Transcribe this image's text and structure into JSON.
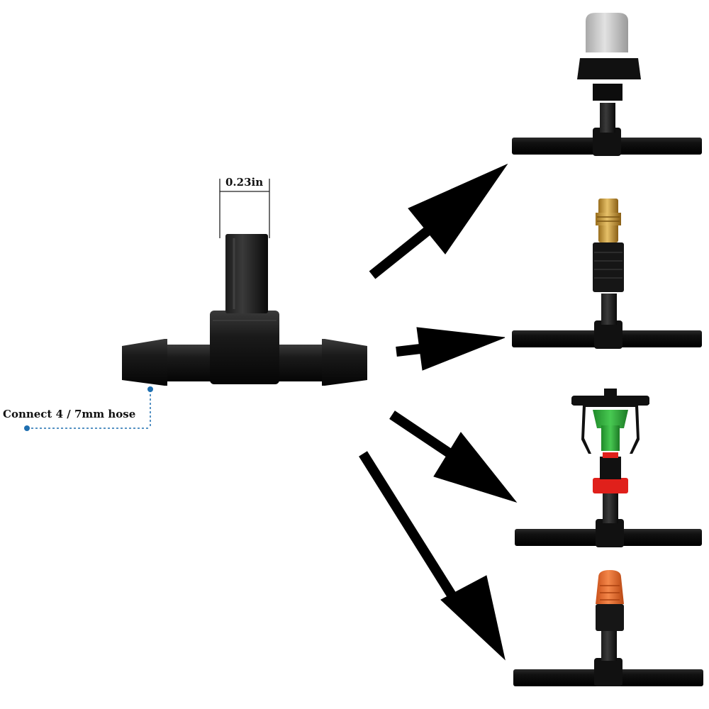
{
  "annotations": {
    "width_label": "0.23in",
    "hose_label": "Connect 4 / 7mm hose"
  },
  "colors": {
    "part_black": "#141414",
    "pipe_black": "#0b0b0b",
    "arrow_black": "#000000",
    "guide_blue": "#1f6fb0",
    "mist_cap_gray": "#c8c8c8",
    "brass_nozzle": "#c89a3a",
    "sprinkler_green": "#2fae3a",
    "sprinkler_red": "#e0201b",
    "adjustable_orange": "#e8672a"
  },
  "attachments": [
    {
      "name": "mist-nozzle",
      "icon": "mist-nozzle-icon"
    },
    {
      "name": "brass-nozzle",
      "icon": "brass-nozzle-icon"
    },
    {
      "name": "rotary-sprinkler",
      "icon": "rotary-sprinkler-icon"
    },
    {
      "name": "adjustable-dripper",
      "icon": "adjustable-dripper-icon"
    }
  ]
}
